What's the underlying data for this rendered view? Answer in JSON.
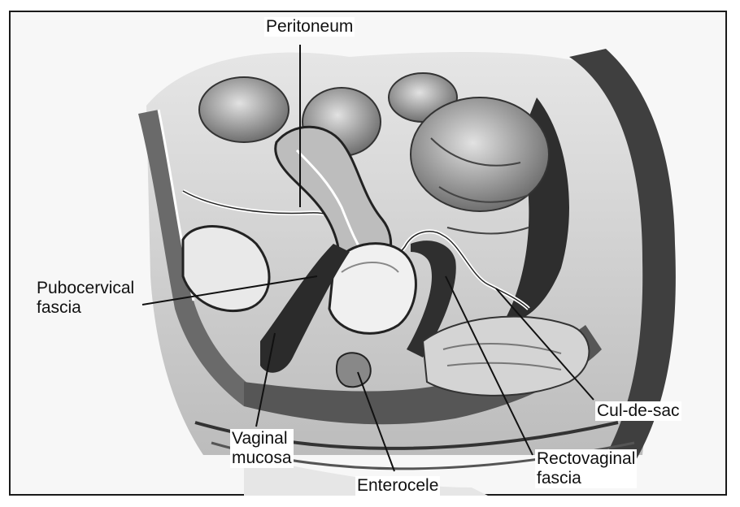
{
  "figure": {
    "labels": {
      "peritoneum": "Peritoneum",
      "pubocervical_fascia_line1": "Pubocervical",
      "pubocervical_fascia_line2": "fascia",
      "vaginal_mucosa_line1": "Vaginal",
      "vaginal_mucosa_line2": "mucosa",
      "enterocele": "Enterocele",
      "rectovaginal_fascia_line1": "Rectovaginal",
      "rectovaginal_fascia_line2": "fascia",
      "cul_de_sac": "Cul-de-sac"
    }
  }
}
